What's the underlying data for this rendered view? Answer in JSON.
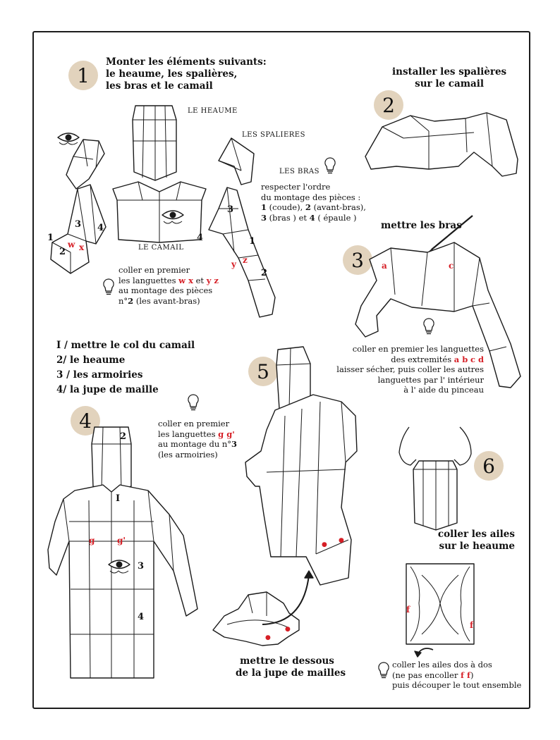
{
  "step1": {
    "number": "1",
    "title": [
      "Monter les éléments suivants:",
      "le heaume, les spalières,",
      "les bras et le camail"
    ],
    "labels": {
      "heaume": "LE HEAUME",
      "spalieres": "LES SPALIERES",
      "bras": "LES BRAS",
      "camail": "LE CAMAIL"
    },
    "tip_bras": [
      "respecter l'ordre",
      "du montage des pièces :",
      "(coude),",
      "(avant-bras),",
      "(bras ) et",
      "( épaule )"
    ],
    "tip_bras_nums": [
      "1",
      "2",
      "3",
      "4"
    ],
    "tip_langs": [
      "coller en premier",
      "les languettes",
      "et",
      "au montage des pièces",
      "n°",
      "(les avant-bras)"
    ],
    "tip_langs_red": [
      "w x",
      "y z"
    ],
    "tip_langs_num": "2",
    "part_numbers": [
      "1",
      "2",
      "3",
      "4"
    ],
    "red_letters": [
      "w",
      "x",
      "y",
      "z"
    ]
  },
  "step2": {
    "number": "2",
    "title": [
      "installer les spalières",
      "sur le camail"
    ]
  },
  "step3": {
    "number": "3",
    "title": "mettre les bras",
    "red_letters": [
      "a",
      "c"
    ],
    "note": [
      "coller en premier les languettes",
      "des extremités",
      "laisser sécher,  puis coller les autres",
      "languettes par l' intérieur",
      "à l' aide du pinceau"
    ],
    "note_red": [
      "a b",
      "c d"
    ]
  },
  "step4": {
    "number": "4",
    "list": [
      "I / mettre le col du camail",
      "2/ le heaume",
      "3 / les armoiries",
      "4/ la jupe de maille"
    ],
    "note": [
      "coller en premier",
      "les languettes",
      "au montage du n°",
      "(les armoiries)"
    ],
    "note_red": "g g'",
    "note_num": "3",
    "part_numbers": [
      "2",
      "I",
      "3",
      "4"
    ],
    "red_letters": [
      "g",
      "g'"
    ]
  },
  "step5": {
    "number": "5",
    "caption": [
      "mettre le dessous",
      "de la jupe  de mailles"
    ]
  },
  "step6": {
    "number": "6",
    "title": [
      "coller les ailes",
      "sur le heaume"
    ],
    "red_letters": [
      "f",
      "f"
    ],
    "note": [
      "coller les ailes dos à dos",
      "(ne pas  encoller",
      ")",
      "puis découper le tout ensemble"
    ],
    "note_red": "f  f"
  },
  "colors": {
    "badge": "#e2d3bd",
    "accent": "#d61f26",
    "ink": "#1a1a1a"
  },
  "icons": [
    "eye-icon",
    "lightbulb-icon",
    "paintbrush-icon",
    "curved-arrow-icon"
  ]
}
